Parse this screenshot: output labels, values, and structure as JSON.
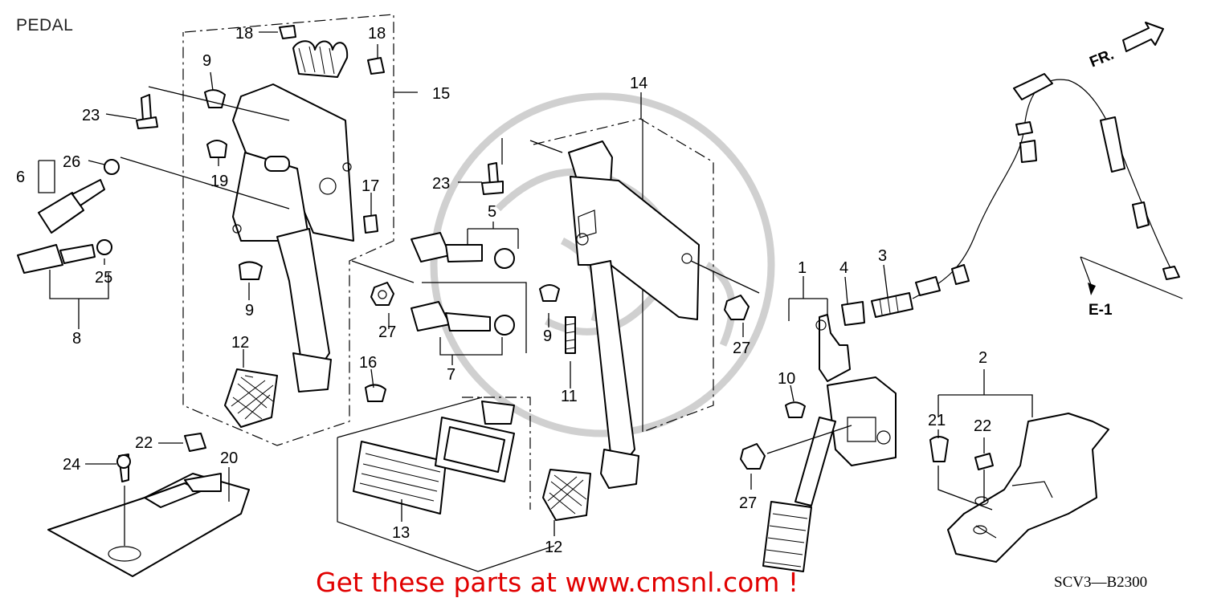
{
  "page": {
    "title": "PEDAL",
    "diagram_code": "SCV3—B2300",
    "promo_text": "Get these parts at www.cmsnl.com !",
    "front_marker": "FR.",
    "section_ref": "E-1",
    "promo_color": "#e10000"
  },
  "callouts": [
    {
      "id": "c18a",
      "text": "18"
    },
    {
      "id": "c18b",
      "text": "18"
    },
    {
      "id": "c9a",
      "text": "9"
    },
    {
      "id": "c23a",
      "text": "23"
    },
    {
      "id": "c26",
      "text": "26"
    },
    {
      "id": "c6",
      "text": "6"
    },
    {
      "id": "c19",
      "text": "19"
    },
    {
      "id": "c17",
      "text": "17"
    },
    {
      "id": "c15",
      "text": "15"
    },
    {
      "id": "c25",
      "text": "25"
    },
    {
      "id": "c9b",
      "text": "9"
    },
    {
      "id": "c8",
      "text": "8"
    },
    {
      "id": "c12a",
      "text": "12"
    },
    {
      "id": "c16",
      "text": "16"
    },
    {
      "id": "c14",
      "text": "14"
    },
    {
      "id": "c23b",
      "text": "23"
    },
    {
      "id": "c5",
      "text": "5"
    },
    {
      "id": "c27a",
      "text": "27"
    },
    {
      "id": "c7",
      "text": "7"
    },
    {
      "id": "c9c",
      "text": "9"
    },
    {
      "id": "c11",
      "text": "11"
    },
    {
      "id": "c27b",
      "text": "27"
    },
    {
      "id": "c1",
      "text": "1"
    },
    {
      "id": "c4",
      "text": "4"
    },
    {
      "id": "c3",
      "text": "3"
    },
    {
      "id": "c10",
      "text": "10"
    },
    {
      "id": "c27c",
      "text": "27"
    },
    {
      "id": "c2",
      "text": "2"
    },
    {
      "id": "c21",
      "text": "21"
    },
    {
      "id": "c22a",
      "text": "22"
    },
    {
      "id": "c22b",
      "text": "22"
    },
    {
      "id": "c24",
      "text": "24"
    },
    {
      "id": "c20",
      "text": "20"
    },
    {
      "id": "c13",
      "text": "13"
    },
    {
      "id": "c12b",
      "text": "12"
    }
  ]
}
